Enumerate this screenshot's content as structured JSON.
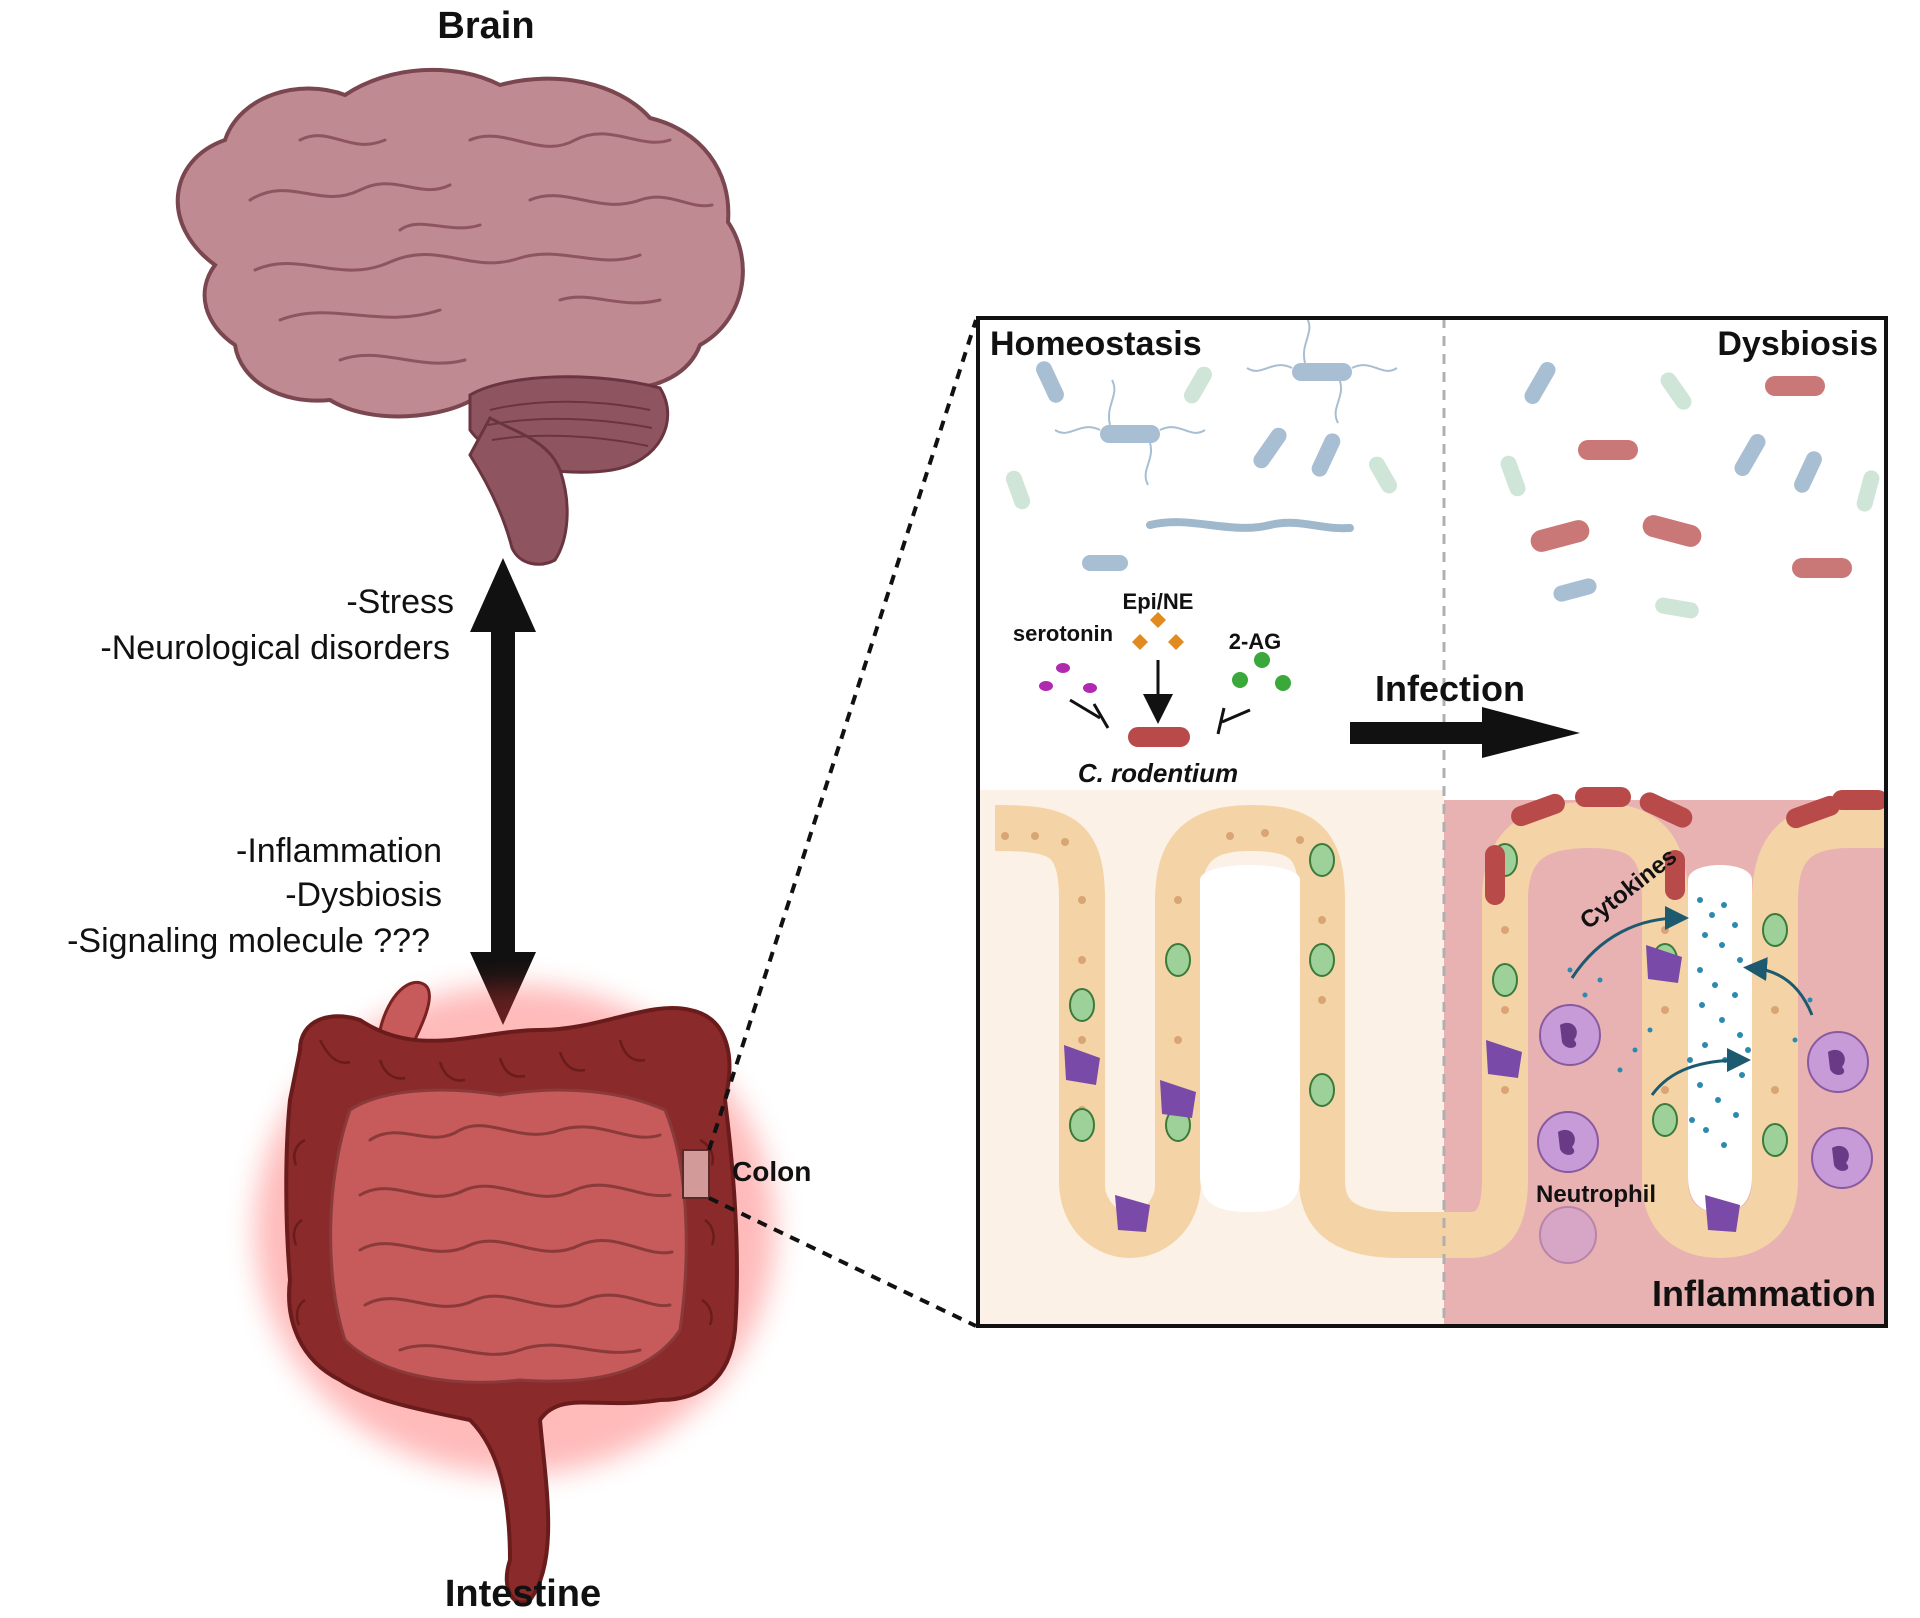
{
  "labels": {
    "brain": "Brain",
    "intestine": "Intestine",
    "colon": "Colon",
    "stress": "-Stress",
    "neuro": "-Neurological disorders",
    "inflammation_item": "-Inflammation",
    "dysbiosis_item": "-Dysbiosis",
    "signaling": "-Signaling molecule ???",
    "homeostasis": "Homeostasis",
    "dysbiosis": "Dysbiosis",
    "infection": "Infection",
    "serotonin": "serotonin",
    "epi_ne": "Epi/NE",
    "two_ag": "2-AG",
    "c_rodentium": "C. rodentium",
    "cytokines": "Cytokines",
    "neutrophil": "Neutrophil",
    "inflammation": "Inflammation"
  },
  "colors": {
    "brain": "#c08a92",
    "brain_dark": "#8e5560",
    "intestine": "#c75a5a",
    "intestine_dark": "#8a2a2a",
    "intestine_glow": "#ff3b3b",
    "epithelium": "#f4d4a6",
    "lumen_bg": "#fbf1e6",
    "inflamed_tissue": "#e8b2b2",
    "pathogen": "#b84a4a",
    "goblet_cell": "#9ed19a",
    "enteroendocrine_cell": "#7a4aa8",
    "neutrophil": "#c79ad8",
    "serotonin": "#b02ab0",
    "epi_ne": "#e08a20",
    "two_ag": "#3aa83a",
    "cytokine": "#2a8ab0",
    "bacteria_blue": "#a8bed2",
    "bacteria_green": "#cfe5d8"
  }
}
